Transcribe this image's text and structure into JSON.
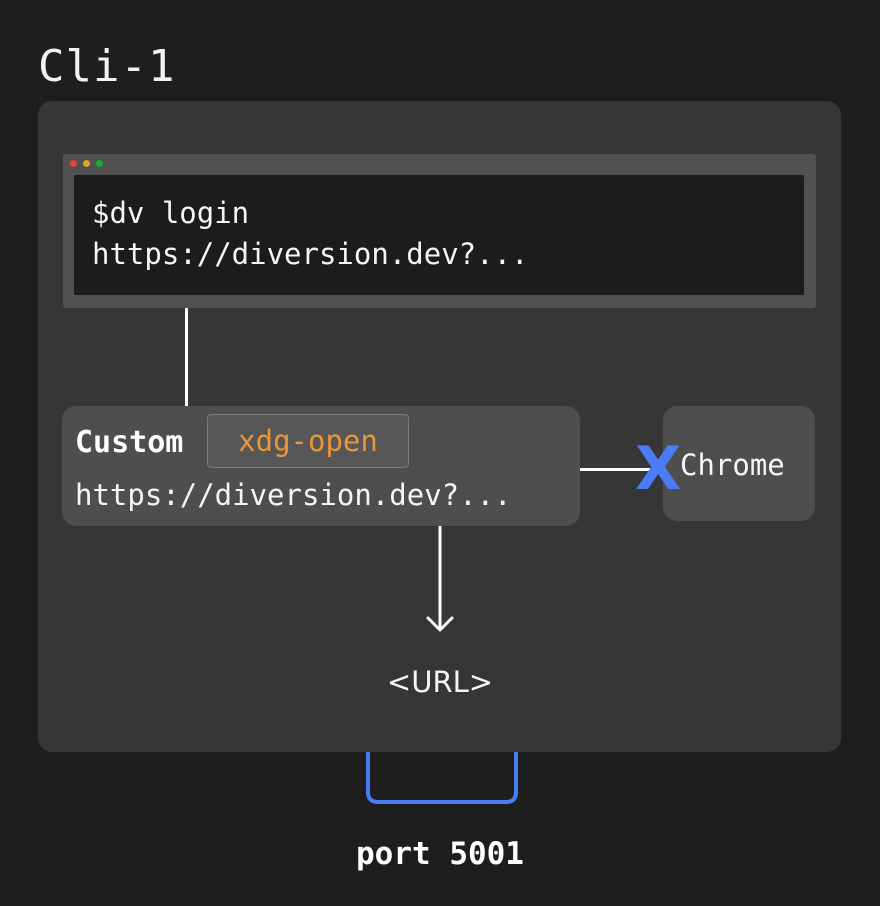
{
  "title": "Cli-1",
  "terminal": {
    "line1": "$dv login",
    "line2": "https://diversion.dev?..."
  },
  "custom": {
    "label": "Custom",
    "tag": "xdg-open",
    "url": "https://diversion.dev?..."
  },
  "chrome": {
    "label": "Chrome",
    "blocked_mark": "X"
  },
  "url_output": "<URL>",
  "port": "port 5001",
  "colors": {
    "background": "#1e1e1e",
    "container": "#363636",
    "box": "#4e4e4e",
    "accent_orange": "#e8963a",
    "accent_blue": "#4a7cf5"
  },
  "icons": {
    "window_controls": [
      "red-dot-icon",
      "yellow-dot-icon",
      "green-dot-icon"
    ],
    "arrow": "arrow-down-icon",
    "blocked": "x-mark-icon"
  }
}
